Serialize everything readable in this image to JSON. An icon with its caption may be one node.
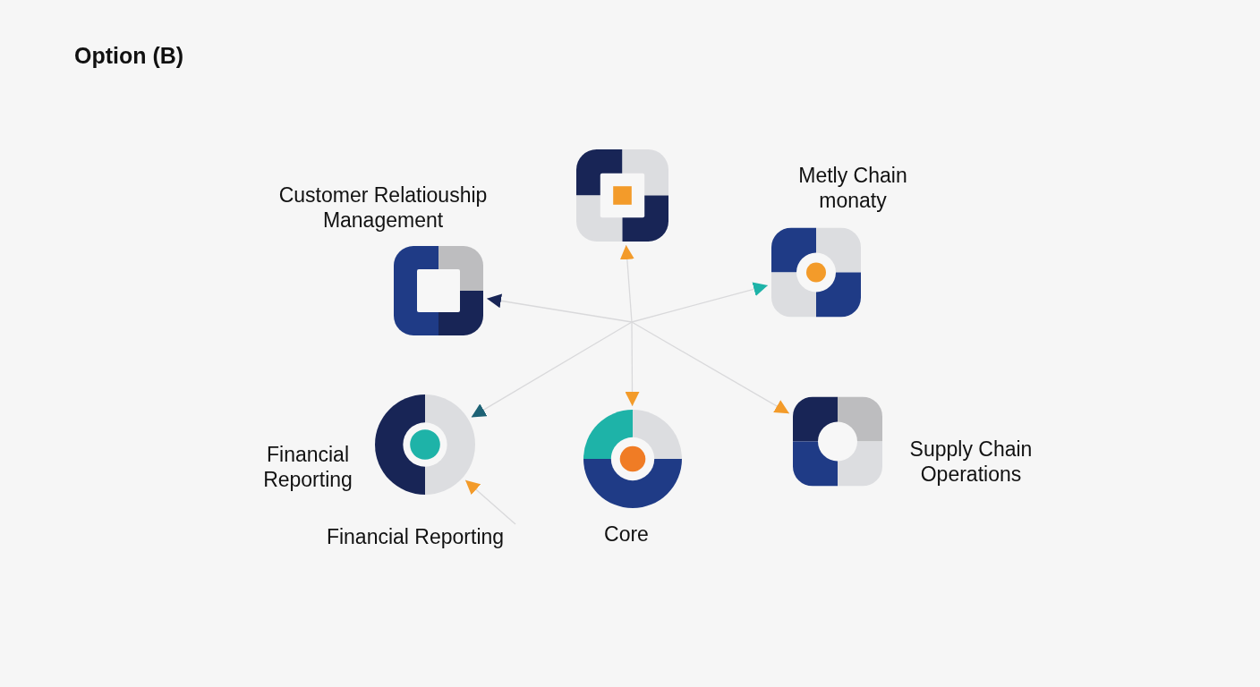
{
  "diagram": {
    "title": "Option (B)",
    "nodes": [
      {
        "text": [],
        "shape": "picture"
      },
      {
        "text": [
          "Customer Relatiouship Management"
        ]
      },
      {
        "text": [
          "Metly Chain monaty"
        ]
      },
      {
        "text": [
          "Financial Reporting"
        ]
      },
      {
        "text": [
          "Core"
        ]
      },
      {
        "text": [
          "Supply Chain Operations"
        ]
      },
      {
        "text": [
          "Financial Reporting"
        ]
      }
    ],
    "edges": [
      {
        "from": null,
        "to": 0,
        "arrow": "to"
      },
      {
        "from": null,
        "to": 1,
        "arrow": "to"
      },
      {
        "from": null,
        "to": 2,
        "arrow": "to"
      },
      {
        "from": null,
        "to": 3,
        "arrow": "to"
      },
      {
        "from": null,
        "to": 4,
        "arrow": "to"
      },
      {
        "from": null,
        "to": 5,
        "arrow": "to"
      },
      {
        "from": 6,
        "to": 3,
        "arrow": "to"
      }
    ]
  }
}
